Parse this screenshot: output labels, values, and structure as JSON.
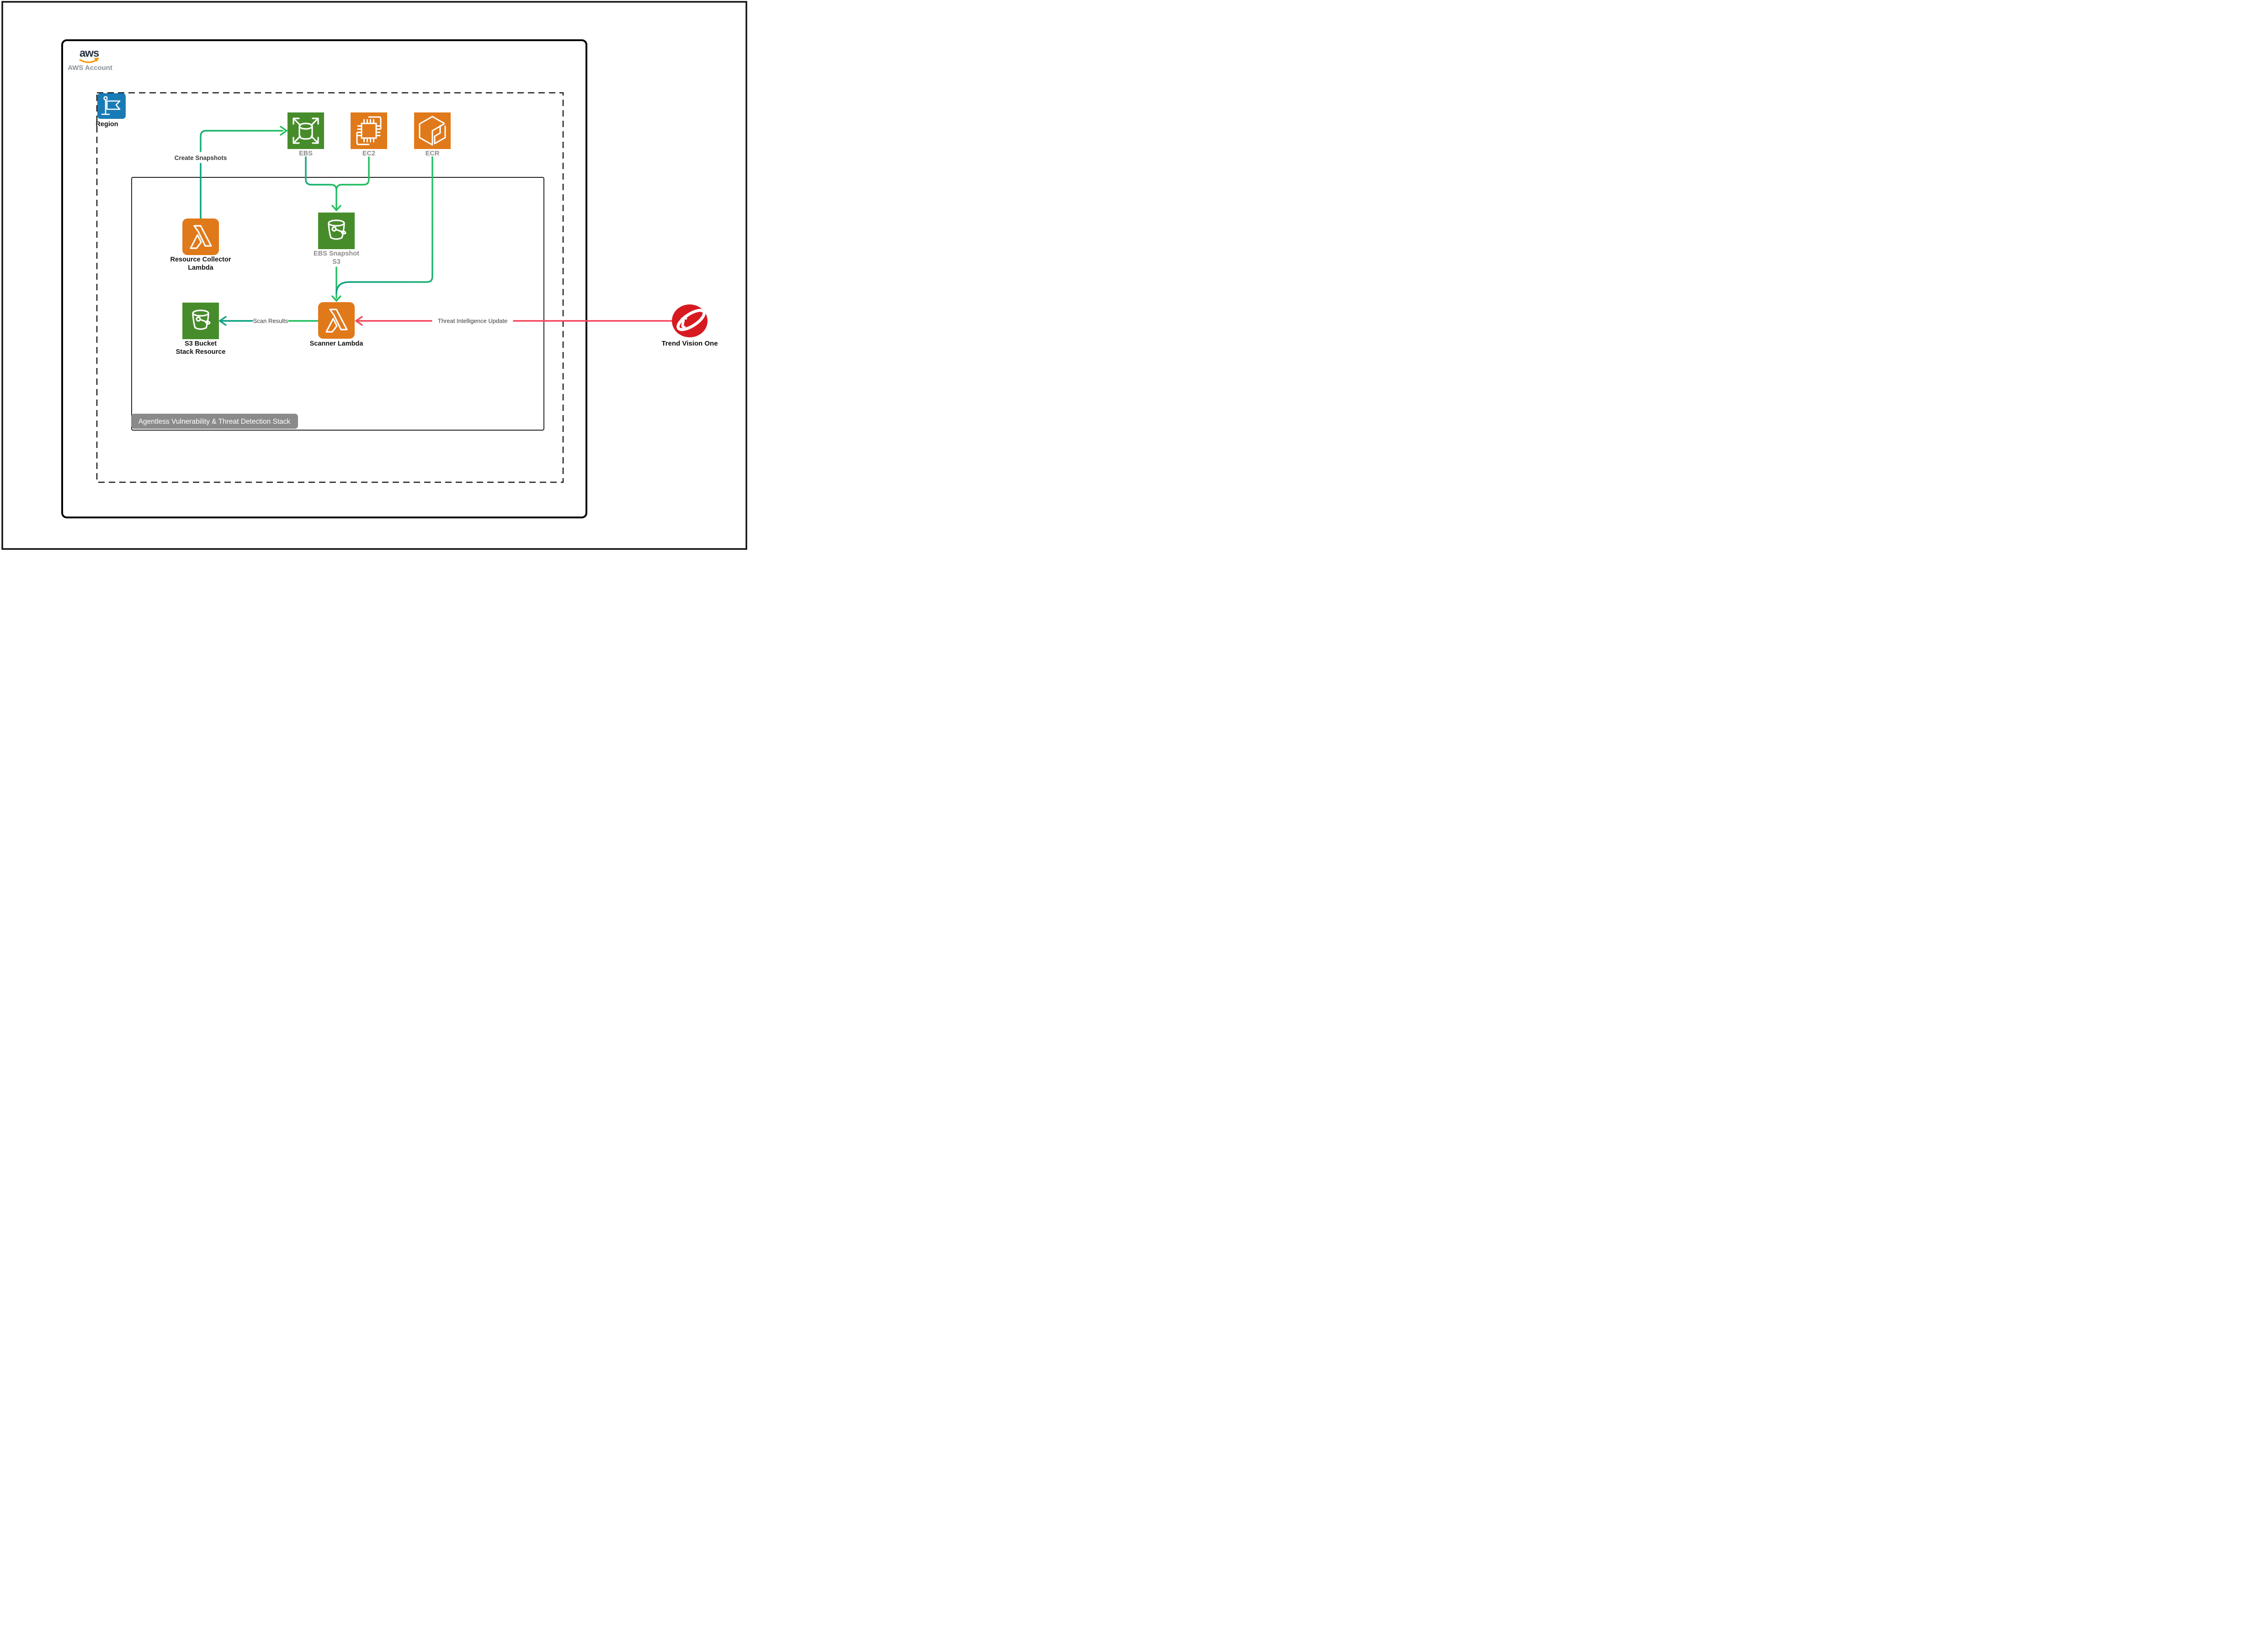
{
  "account": {
    "logo_text": "aws",
    "label": "AWS Account"
  },
  "region": {
    "label": "Region"
  },
  "services": {
    "ebs": {
      "label": "EBS"
    },
    "ec2": {
      "label": "EC2"
    },
    "ecr": {
      "label": "ECR"
    },
    "resource_collector_lambda": {
      "line1": "Resource Collector",
      "line2": "Lambda"
    },
    "ebs_snapshot_s3": {
      "line1": "EBS Snapshot",
      "line2": "S3"
    },
    "scanner_lambda": {
      "label": "Scanner Lambda"
    },
    "s3_bucket_stack_resource": {
      "line1": "S3 Bucket",
      "line2": "Stack Resource"
    }
  },
  "external": {
    "trend_vision_one": {
      "label": "Trend Vision One"
    }
  },
  "edges": {
    "create_snapshots": {
      "label": "Create Snapshots"
    },
    "scan_results": {
      "label": "Scan Results"
    },
    "threat_intelligence_update": {
      "label": "Threat Intelligence Update"
    }
  },
  "stack": {
    "label": "Agentless Vulnerability & Threat Detection Stack"
  },
  "colors": {
    "green": "#1FBE5E",
    "teal": "#0AA183",
    "red_line": "#F2485C",
    "trend_red": "#D71920",
    "orange": "#E0791A",
    "aws_green": "#478C2B",
    "region_blue": "#197BB5",
    "gray_label": "#8C8C8C",
    "badge_gray": "#8A8A8A",
    "aws_navy": "#252F3E",
    "smile_orange": "#F79400"
  }
}
